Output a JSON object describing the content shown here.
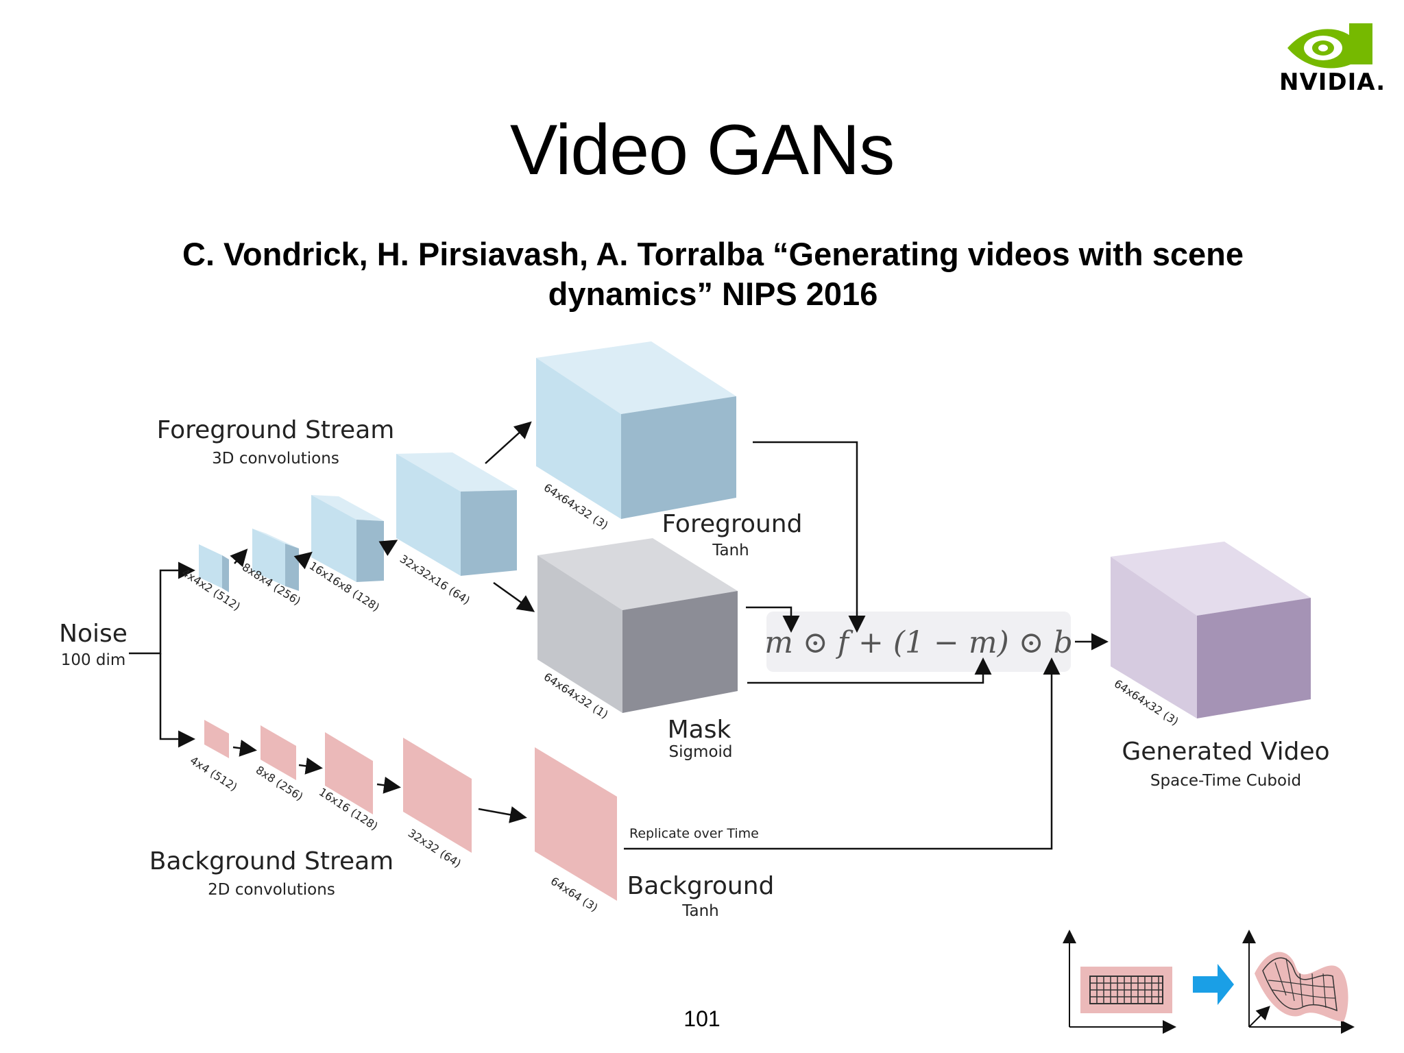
{
  "slide": {
    "title": "Video GANs",
    "citation_line1": "C. Vondrick, H. Pirsiavash, A. Torralba “Generating videos with scene",
    "citation_line2": "dynamics” NIPS 2016",
    "page_number": "101",
    "logo_text": "NVIDIA."
  },
  "diagram": {
    "noise_label": "Noise",
    "noise_dim": "100 dim",
    "fg_stream_title": "Foreground Stream",
    "fg_stream_sub": "3D convolutions",
    "bg_stream_title": "Background Stream",
    "bg_stream_sub": "2D convolutions",
    "fg_dims": [
      "4x4x2 (512)",
      "8x8x4 (256)",
      "16x16x8 (128)",
      "32x32x16 (64)"
    ],
    "fg_out_dim": "64x64x32 (3)",
    "mask_dim": "64x64x32 (1)",
    "bg_dims": [
      "4x4 (512)",
      "8x8 (256)",
      "16x16 (128)",
      "32x32 (64)"
    ],
    "bg_out_dim": "64x64 (3)",
    "foreground_label": "Foreground",
    "foreground_sub": "Tanh",
    "mask_label": "Mask",
    "mask_sub": "Sigmoid",
    "background_label": "Background",
    "background_sub": "Tanh",
    "replicate_label": "Replicate  over Time",
    "formula": "m ⊙ f + (1 − m) ⊙ b",
    "generated_label": "Generated Video",
    "generated_sub": "Space-Time Cuboid",
    "generated_dim": "64x64x32 (3)"
  },
  "colors": {
    "fg_cube_front": "#c5e1ef",
    "fg_cube_side": "#9bbacd",
    "mask_front": "#c4c6cb",
    "mask_side": "#8c8d96",
    "bg_plane": "#ebb9b9",
    "gen_front": "#d6cbe0",
    "gen_side": "#a593b5",
    "nvidia_green": "#76b900",
    "transform_arrow": "#1a9fe6"
  }
}
